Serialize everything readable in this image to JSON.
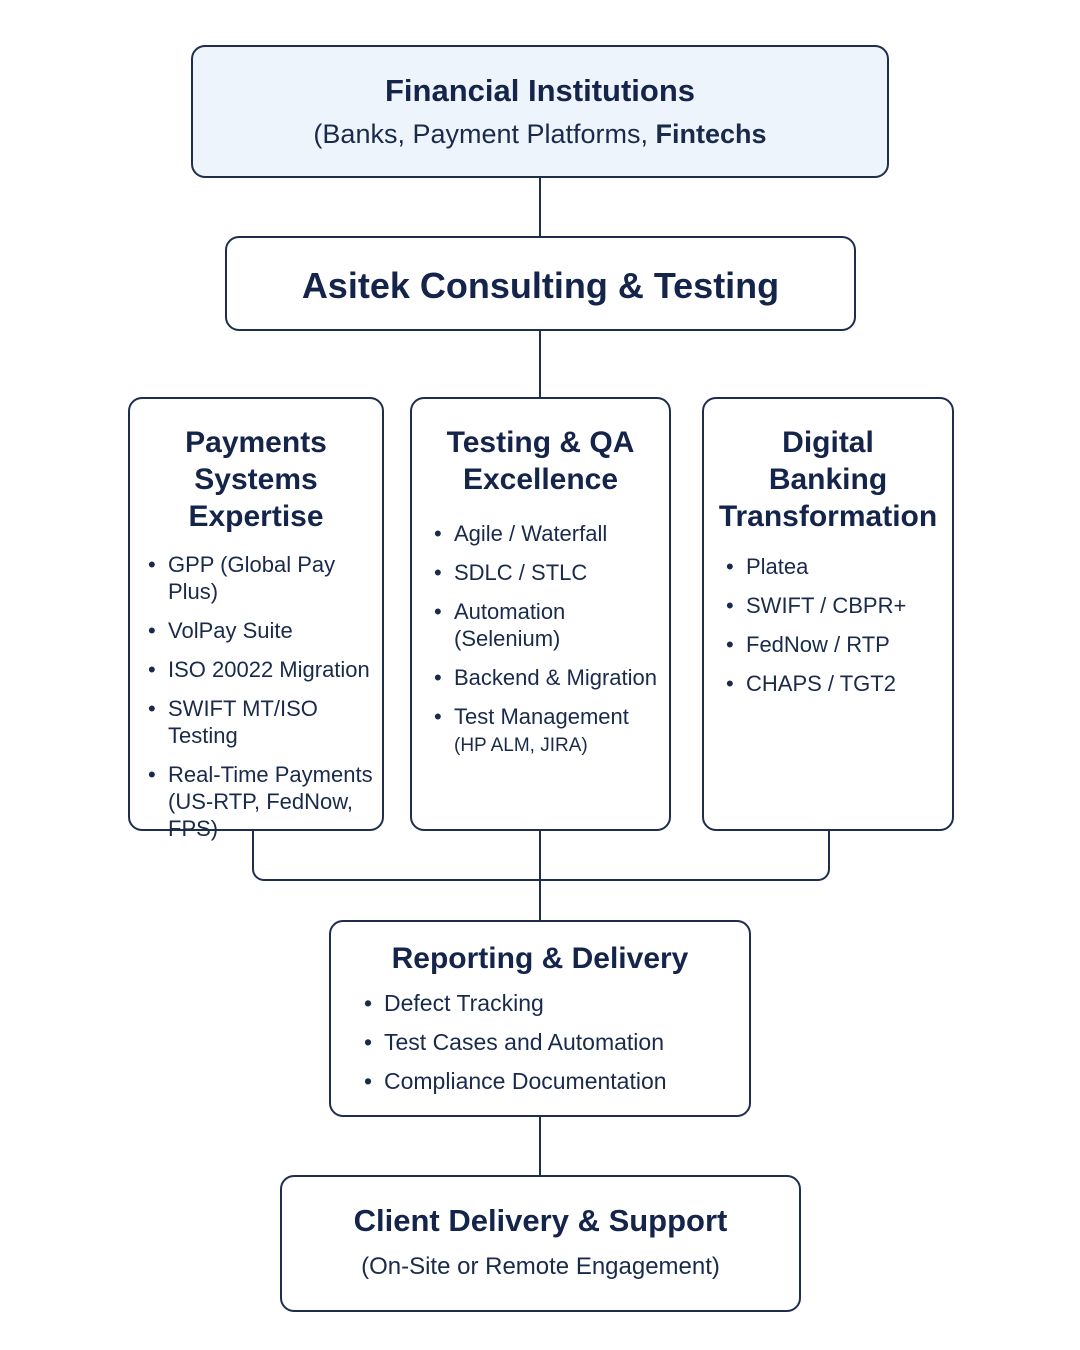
{
  "top": {
    "title": "Financial Institutions",
    "subtitle_prefix": "(Banks, Payment Platforms, ",
    "subtitle_bold": "Fintechs"
  },
  "company": {
    "title": "Asitek Consulting & Testing"
  },
  "columns": [
    {
      "title_lines": [
        "Payments",
        "Systems",
        "Expertise"
      ],
      "items": [
        {
          "lines": [
            "GPP (Global Pay Plus)"
          ]
        },
        {
          "lines": [
            "VolPay Suite"
          ]
        },
        {
          "lines": [
            "ISO 20022 Migration"
          ]
        },
        {
          "lines": [
            "SWIFT MT/ISO",
            "Testing"
          ]
        },
        {
          "lines": [
            "Real-Time Payments",
            "(US-RTP, FedNow,",
            "FPS)"
          ]
        }
      ]
    },
    {
      "title_lines": [
        "Testing & QA",
        "Excellence"
      ],
      "items": [
        {
          "lines": [
            "Agile / Waterfall"
          ]
        },
        {
          "lines": [
            "SDLC / STLC"
          ]
        },
        {
          "lines": [
            "Automation (Selenium)"
          ]
        },
        {
          "lines": [
            "Backend & Migration"
          ]
        },
        {
          "lines": [
            "Test Management",
            "(HP ALM, JIRA)"
          ]
        }
      ]
    },
    {
      "title_lines": [
        "Digital",
        "Banking",
        "Transformation"
      ],
      "items": [
        {
          "lines": [
            "Platea"
          ]
        },
        {
          "lines": [
            "SWIFT / CBPR+"
          ]
        },
        {
          "lines": [
            "FedNow / RTP"
          ]
        },
        {
          "lines": [
            "CHAPS / TGT2"
          ]
        }
      ]
    }
  ],
  "reporting": {
    "title": "Reporting & Delivery",
    "items": [
      "Defect Tracking",
      "Test Cases and Automation",
      "Compliance Documentation"
    ]
  },
  "client": {
    "title": "Client Delivery & Support",
    "subtitle": "(On-Site or Remote Engagement)"
  },
  "colors": {
    "border": "#1f2e4f",
    "text": "#14244a",
    "highlight_bg": "#eef4fb"
  }
}
